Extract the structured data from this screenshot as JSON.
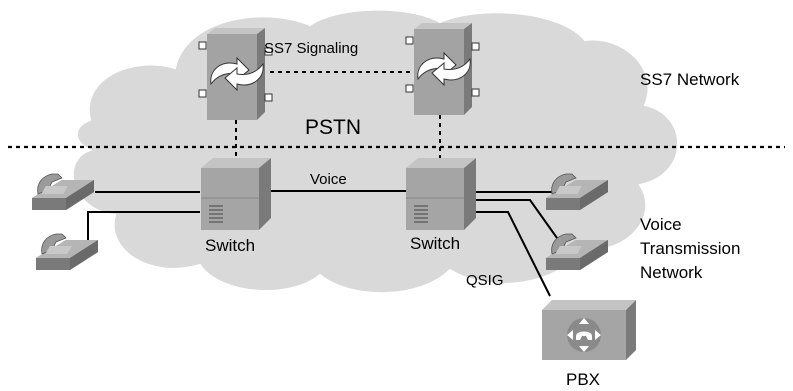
{
  "labels": {
    "ss7_signaling": "SS7 Signaling",
    "ss7_network": "SS7 Network",
    "pstn": "PSTN",
    "voice": "Voice",
    "switch_left": "Switch",
    "switch_right": "Switch",
    "voice_transmission_1": "Voice",
    "voice_transmission_2": "Transmission",
    "voice_transmission_3": "Network",
    "qsig": "QSIG",
    "pbx": "PBX"
  },
  "colors": {
    "cloud": "#d9d9d9",
    "device_light": "#a8a8a8",
    "device_mid": "#8c8c8c",
    "device_dark": "#6e6e6e",
    "line": "#000000"
  }
}
